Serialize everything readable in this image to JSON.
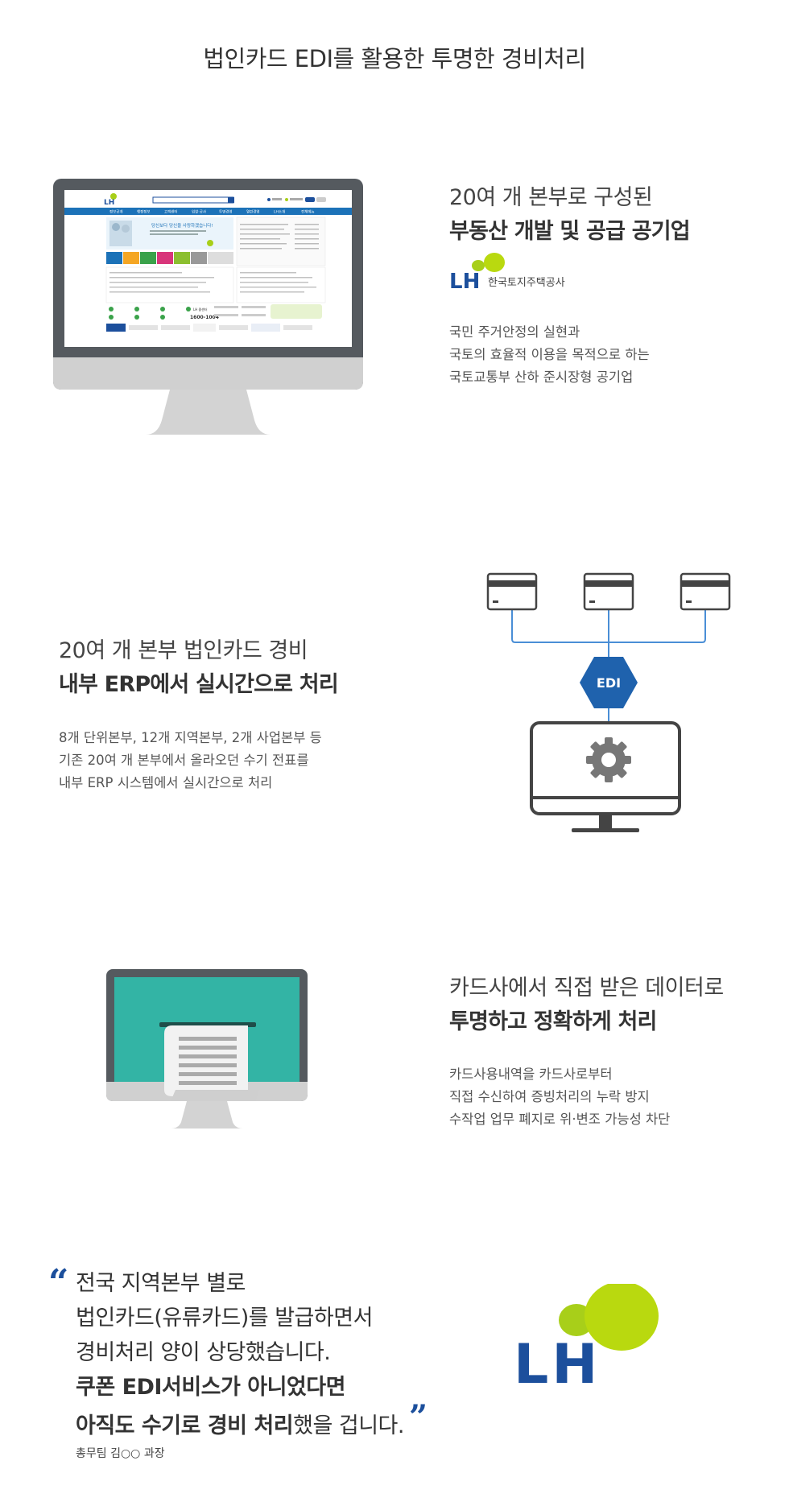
{
  "title": "법인카드 EDI를 활용한 투명한 경비처리",
  "section1": {
    "heading_light": "20여 개 본부로 구성된",
    "heading_bold": "부동산 개발 및 공급 공기업",
    "logo_letters": "LH",
    "logo_name": "한국토지주택공사",
    "desc": [
      "국민 주거안정의 실현과",
      "국토의 효율적 이용을 목적으로 하는",
      "국토교통부 산하 준시장형 공기업"
    ],
    "screen": {
      "site_logo": "LH",
      "nav": [
        "정보공개",
        "행정정보",
        "고객센터",
        "입찰·공사",
        "투명경영",
        "열린경영",
        "LH소개",
        "전체메뉴"
      ],
      "banner_text": "당신보다 당신을 사랑하겠습니다!",
      "phone": "1600-1004"
    }
  },
  "section2": {
    "heading_light": "20여 개 본부 법인카드 경비",
    "heading_bold": "내부 ERP에서 실시간으로 처리",
    "desc": [
      "8개 단위본부, 12개 지역본부, 2개 사업본부 등",
      "기존 20여 개 본부에서 올라오던 수기 전표를",
      "내부 ERP 시스템에서 실시간으로 처리"
    ],
    "hub_label": "EDI"
  },
  "section3": {
    "heading_light": "카드사에서 직접 받은 데이터로",
    "heading_bold": "투명하고 정확하게 처리",
    "desc": [
      "카드사용내역을 카드사로부터",
      "직접 수신하여 증빙처리의 누락 방지",
      "수작업 업무 폐지로 위·변조 가능성 차단"
    ]
  },
  "quote": {
    "open_mark": "“",
    "close_mark": "”",
    "line1": "전국 지역본부 별로",
    "line2": "법인카드(유류카드)를 발급하면서",
    "line3": "경비처리 양이 상당했습니다.",
    "line4_bold": "쿠폰 EDI서비스가 아니었다면",
    "line5_bold": "아직도 수기로 경비 처리",
    "line5_rest": "했을 겁니다.",
    "speaker": "총무팀 김○○ 과장",
    "logo_letters": "LH"
  },
  "colors": {
    "lh_blue": "#1c4f9c",
    "lh_green": "#a8cf19",
    "teal": "#33b4a5",
    "edi_blue": "#1f62ad",
    "line_blue": "#4a8ed6",
    "dark": "#444444"
  }
}
